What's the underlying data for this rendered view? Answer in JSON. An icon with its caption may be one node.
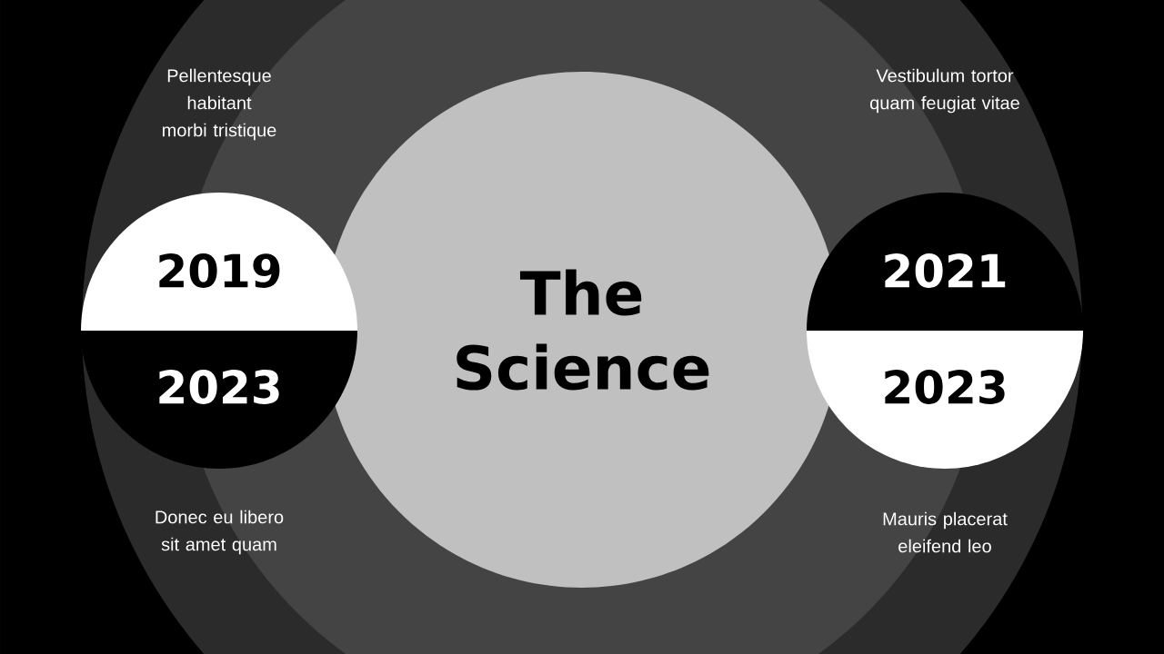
{
  "diagram": {
    "nodes": [
      {
        "text": [
          "The Science"
        ]
      },
      {
        "text": [
          "2019",
          "2023"
        ]
      },
      {
        "text": [
          "2021",
          "2023"
        ]
      }
    ],
    "labels": [
      "Pellentesque habitant morbi tristique",
      "Vestibulum tortor quam feugiat vitae",
      "Donec eu libero sit amet quam",
      "Mauris placerat eleifend leo"
    ]
  }
}
